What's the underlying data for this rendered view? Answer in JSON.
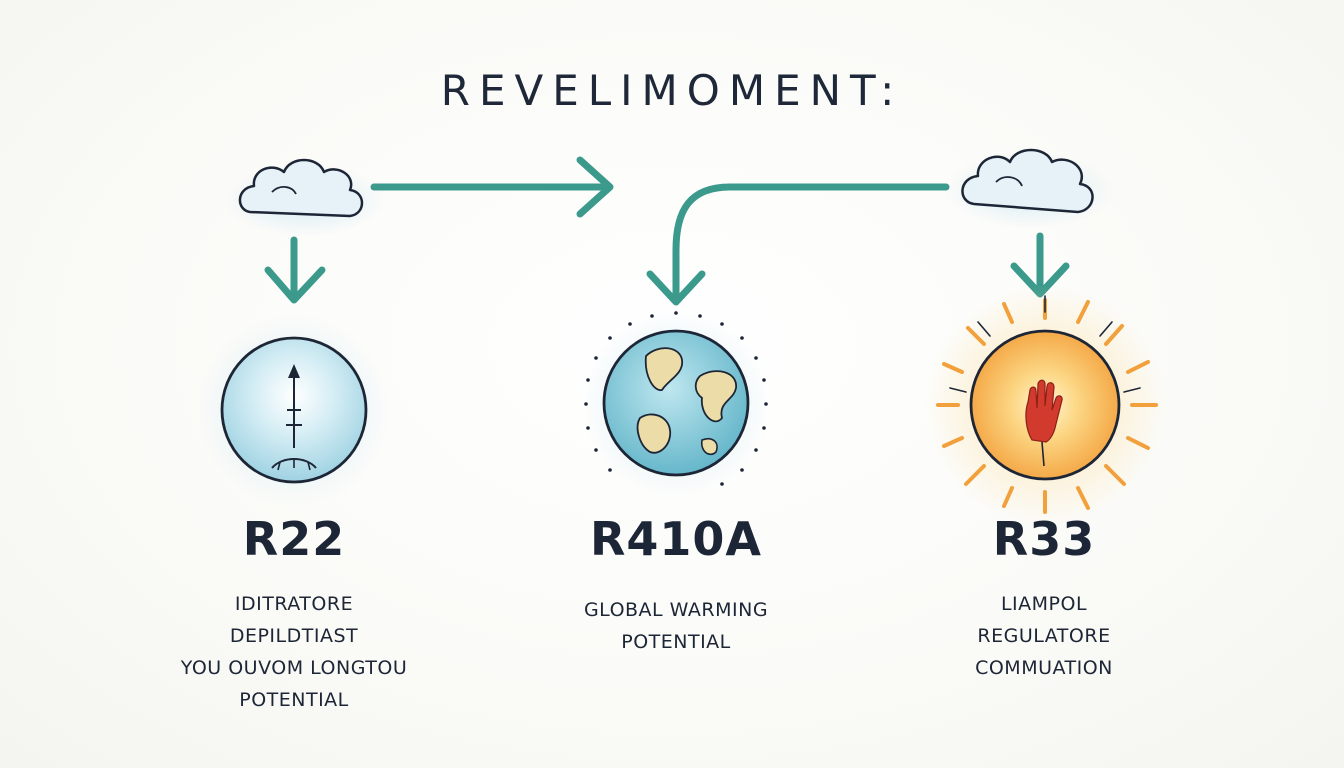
{
  "title": "REVELIMOMENT:",
  "colors": {
    "arrow": "#3c9a8c",
    "ink": "#1d2636",
    "cloud_fill": "#e4f1f8",
    "sphere_fill": "#bfe3ee",
    "sun_core": "#fbd27a",
    "sun_ray": "#f2a03c",
    "hand": "#d23a2e"
  },
  "nodes": [
    {
      "label": "R22",
      "icon": "gauge-sphere-icon",
      "description": [
        "IDITRATORE",
        "DEPILDTIAST",
        "YOU OUVOM LONGTOU",
        "POTENTIAL"
      ]
    },
    {
      "label": "R410A",
      "icon": "earth-globe-icon",
      "description": [
        "GLOBAL WARMING",
        "POTENTIAL"
      ]
    },
    {
      "label": "R33",
      "icon": "sun-hand-icon",
      "description": [
        "LIAMPOL",
        "REGULATORE",
        "COMMUATION"
      ]
    }
  ]
}
